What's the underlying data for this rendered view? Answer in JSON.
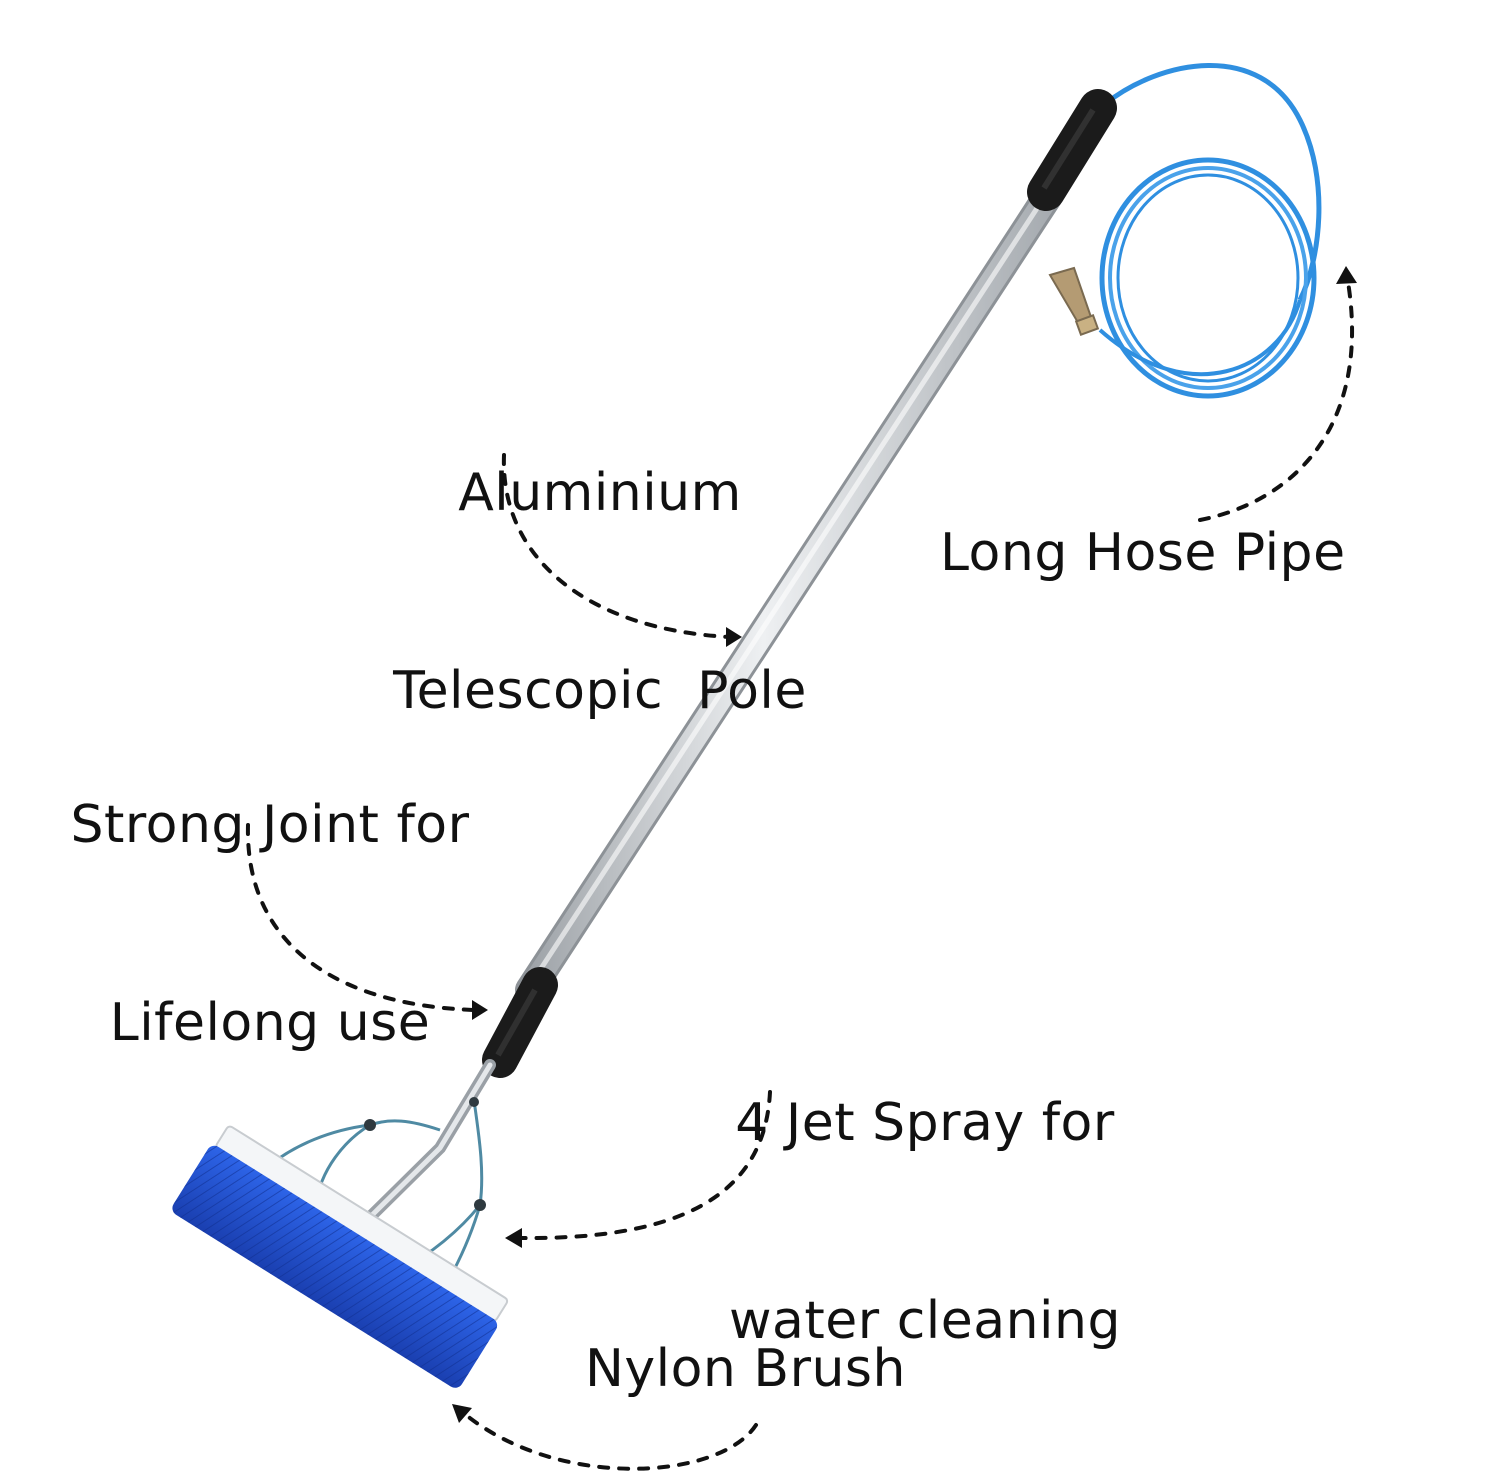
{
  "labels": {
    "pole": {
      "line1": "Aluminium",
      "line2": "Telescopic  Pole"
    },
    "hose": "Long Hose Pipe",
    "joint": {
      "line1": "Strong Joint for",
      "line2": "Lifelong use"
    },
    "jet": {
      "line1": "4 Jet Spray for",
      "line2": "water cleaning"
    },
    "brush": "Nylon Brush"
  },
  "colors": {
    "text": "#111111",
    "pole_silver": "#d9dcdf",
    "grip_black": "#1b1b1b",
    "hose_blue": "#2f8fe0",
    "brush_blue": "#1e4fd0",
    "arrow": "#111111"
  }
}
